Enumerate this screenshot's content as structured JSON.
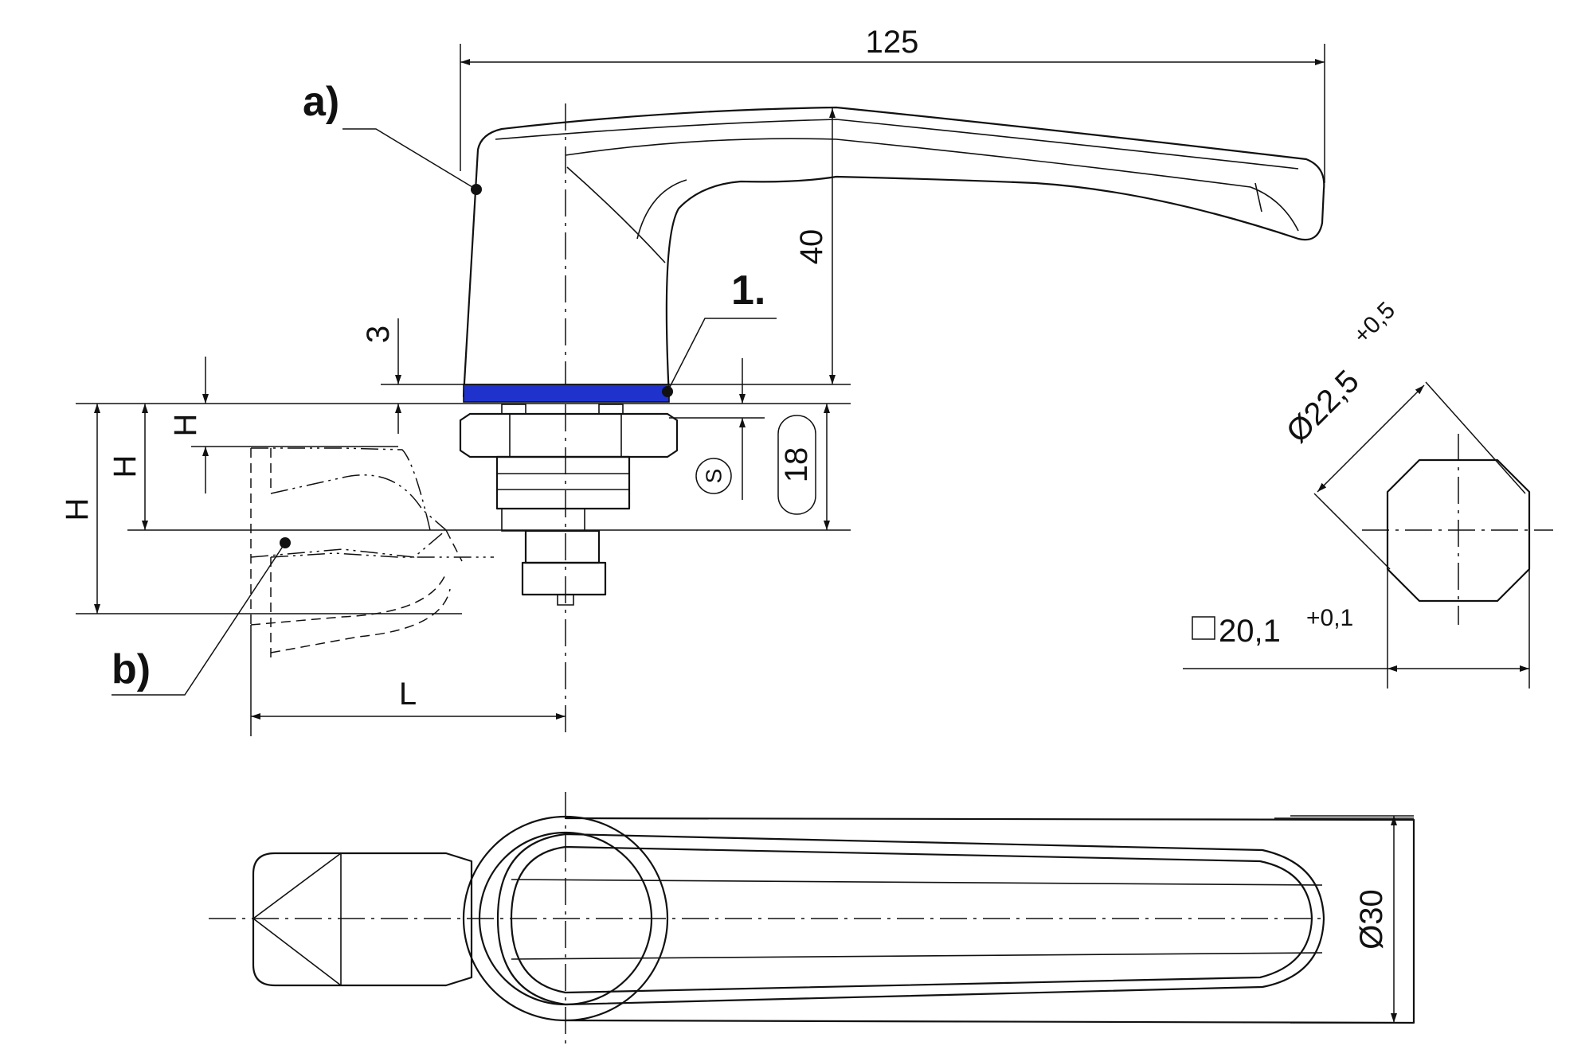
{
  "dimensions": {
    "overall_length": "125",
    "handle_height": "40",
    "washer_thickness": "3",
    "wrench_size": "18",
    "wrench_symbol": "S",
    "offset_height": "H",
    "lever_length": "L",
    "across_corners": "Ø22,5",
    "across_corners_tol": "+0,5",
    "square_size": "20,1",
    "square_tol": "+0,1",
    "diameter": "Ø30"
  },
  "callouts": {
    "a": "a)",
    "b": "b)",
    "one": "1."
  },
  "colors": {
    "washer": "#1f33cc",
    "line": "#111111"
  }
}
